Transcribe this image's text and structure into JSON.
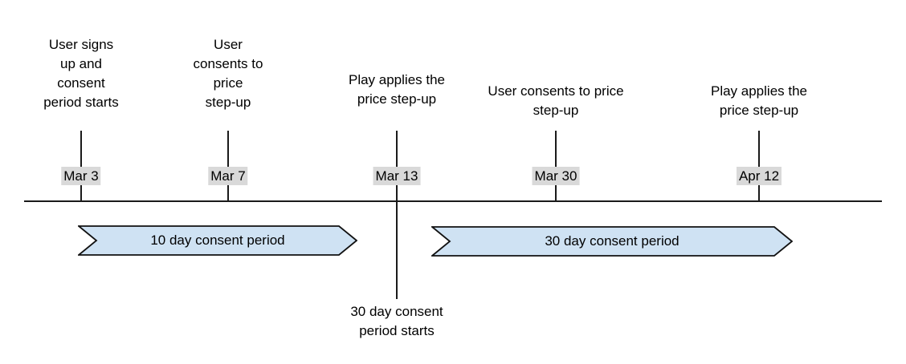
{
  "timeline": {
    "events": [
      {
        "date": "Mar 3",
        "label": "User signs\nup and\nconsent\nperiod starts"
      },
      {
        "date": "Mar 7",
        "label": "User\nconsents to\nprice\nstep-up"
      },
      {
        "date": "Mar 13",
        "label": "Play applies the\nprice step-up",
        "note_below": "30 day consent\nperiod starts"
      },
      {
        "date": "Mar 30",
        "label": "User consents to price\nstep-up"
      },
      {
        "date": "Apr 12",
        "label": "Play applies the\nprice step-up"
      }
    ],
    "periods": [
      {
        "label": "10 day consent period"
      },
      {
        "label": "30 day consent period"
      }
    ],
    "colors": {
      "period_fill": "#cfe2f3",
      "period_border": "#111111",
      "date_bg": "#d9d9d9",
      "line": "#1a1a1a",
      "text": "#000000",
      "background": "#ffffff"
    }
  }
}
